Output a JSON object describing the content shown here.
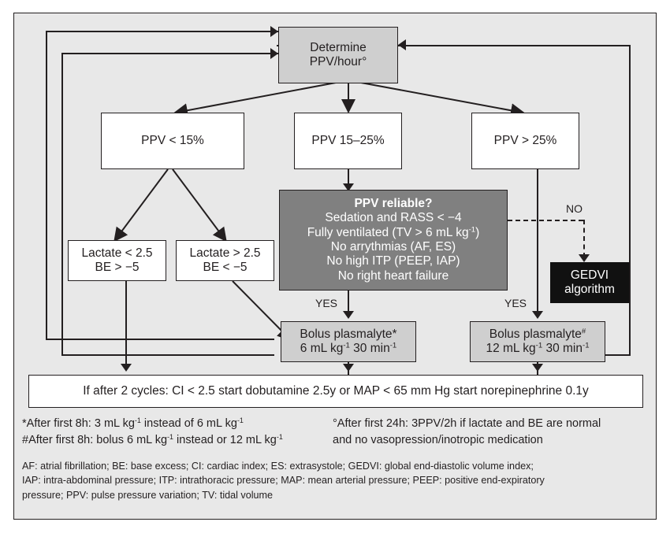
{
  "chart_data": {
    "type": "diagram",
    "title": "PPV-guided fluid resuscitation algorithm",
    "nodes": [
      {
        "id": "determine",
        "label": "Determine PPV/hour°",
        "style": "light-gray"
      },
      {
        "id": "ppv_low",
        "label": "PPV < 15%",
        "style": "white"
      },
      {
        "id": "ppv_mid",
        "label": "PPV 15–25%",
        "style": "white"
      },
      {
        "id": "ppv_high",
        "label": "PPV > 25%",
        "style": "white"
      },
      {
        "id": "lactate_low",
        "label": "Lactate < 2.5 BE > −5",
        "style": "white"
      },
      {
        "id": "lactate_high",
        "label": "Lactate > 2.5 BE < −5",
        "style": "white"
      },
      {
        "id": "reliable",
        "label": "PPV reliable?",
        "style": "dark-gray"
      },
      {
        "id": "gedvi",
        "label": "GEDVI algorithm",
        "style": "black"
      },
      {
        "id": "bolus6",
        "label": "Bolus plasmalyte* 6 mL kg-1 30 min-1",
        "style": "light-gray"
      },
      {
        "id": "bolus12",
        "label": "Bolus plasmalyte# 12 mL kg-1 30 min-1",
        "style": "light-gray"
      },
      {
        "id": "summary",
        "label": "If after 2 cycles...",
        "style": "white"
      }
    ],
    "edges": [
      {
        "from": "determine",
        "to": "ppv_low"
      },
      {
        "from": "determine",
        "to": "ppv_mid"
      },
      {
        "from": "determine",
        "to": "ppv_high"
      },
      {
        "from": "ppv_low",
        "to": "lactate_low"
      },
      {
        "from": "ppv_low",
        "to": "lactate_high"
      },
      {
        "from": "ppv_mid",
        "to": "reliable"
      },
      {
        "from": "reliable",
        "to": "bolus6",
        "label": "YES"
      },
      {
        "from": "reliable",
        "to": "gedvi",
        "label": "NO",
        "style": "dashed"
      },
      {
        "from": "ppv_high",
        "to": "bolus12",
        "label": "YES"
      },
      {
        "from": "lactate_high",
        "to": "bolus6"
      },
      {
        "from": "lactate_low",
        "to": "summary"
      },
      {
        "from": "bolus6",
        "to": "determine",
        "style": "feedback"
      },
      {
        "from": "bolus12",
        "to": "determine",
        "style": "feedback"
      }
    ]
  },
  "nodes": {
    "determine": {
      "line1": "Determine",
      "line2": "PPV/hour°"
    },
    "ppv_low": {
      "label": "PPV < 15%"
    },
    "ppv_mid": {
      "label": "PPV 15–25%"
    },
    "ppv_high": {
      "label": "PPV > 25%"
    },
    "lactate_low": {
      "line1": "Lactate < 2.5",
      "line2": "BE > −5"
    },
    "lactate_high": {
      "line1": "Lactate > 2.5",
      "line2": "BE < −5"
    },
    "reliable": {
      "title": "PPV reliable?",
      "l1": "Sedation and RASS < −4",
      "l2a": "Fully ventilated (TV > 6 mL kg",
      "l2sup": "-1",
      "l2b": ")",
      "l3": "No arrythmias (AF, ES)",
      "l4": "No high ITP (PEEP, IAP)",
      "l5": "No right heart failure"
    },
    "gedvi": {
      "line1": "GEDVI",
      "line2": "algorithm"
    },
    "bolus6": {
      "line1": "Bolus plasmalyte*",
      "l2a": "6 mL kg",
      "l2sup1": "-1",
      "l2b": " 30 min",
      "l2sup2": "-1"
    },
    "bolus12": {
      "line1a": "Bolus plasmalyte",
      "line1sup": "#",
      "l2a": "12 mL kg",
      "l2sup1": "-1",
      "l2b": " 30 min",
      "l2sup2": "-1"
    },
    "summary": {
      "label": "If after 2 cycles: CI < 2.5 start dobutamine 2.5y or MAP < 65 mm Hg start norepinephrine 0.1y"
    }
  },
  "edge_labels": {
    "yes_left": "YES",
    "yes_right": "YES",
    "no": "NO"
  },
  "footnotes": {
    "star_a": "*After first 8h: 3 mL kg",
    "star_sup1": "-1",
    "star_b": " instead of 6 mL kg",
    "star_sup2": "-1",
    "hash_a": "#After first 8h: bolus 6 mL kg",
    "hash_sup1": "-1",
    "hash_b": " instead or 12 mL kg",
    "hash_sup2": "-1",
    "deg_line1": "°After first 24h: 3PPV/2h if lactate and BE are normal",
    "deg_line2": "and no vasopression/inotropic medication"
  },
  "legend": {
    "line1": "AF: atrial fibrillation; BE: base excess; CI: cardiac index; ES: extrasystole; GEDVI: global end-diastolic volume index;",
    "line2": "IAP: intra-abdominal pressure; ITP: intrathoracic pressure; MAP: mean arterial pressure; PEEP: positive end-expiratory",
    "line3": "pressure; PPV: pulse pressure variation; TV: tidal volume"
  },
  "colors": {
    "background": "#e8e8e8",
    "light_gray_box": "#cfcfcf",
    "dark_gray_box": "#808080",
    "black_box": "#111111",
    "stroke": "#231f20"
  }
}
